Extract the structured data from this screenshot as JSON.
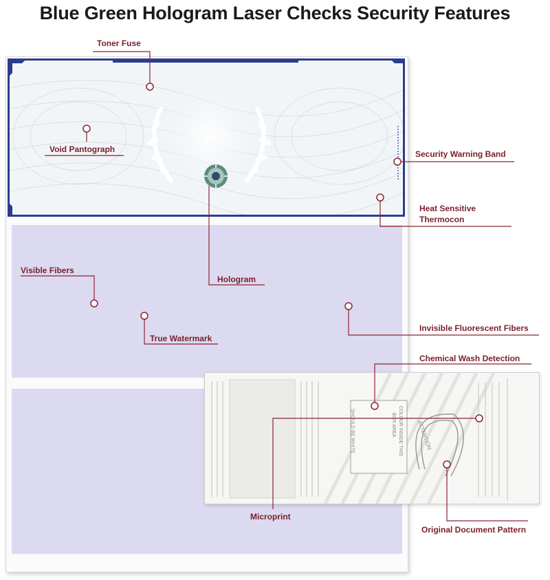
{
  "title": "Blue Green Hologram Laser Checks Security Features",
  "accent_color": "#8b2332",
  "check_border_color": "#2a3d8f",
  "stub_color": "#dcdaf0",
  "labels": {
    "toner_fuse": "Toner Fuse",
    "void_pantograph": "Void Pantograph",
    "security_warning_band": "Security Warning Band",
    "heat_sensitive_line1": "Heat Sensitive",
    "heat_sensitive_line2": "Thermocon",
    "hologram": "Hologram",
    "visible_fibers": "Visible Fibers",
    "true_watermark": "True Watermark",
    "invisible_fluorescent_fibers": "Invisible Fluorescent Fibers",
    "chemical_wash_detection": "Chemical Wash Detection",
    "microprint": "Microprint",
    "original_document_pattern": "Original Document Pattern"
  },
  "card_text": {
    "attention": "ATTENTION",
    "colour_box_line1": "COLOUR INSIDE THIS",
    "colour_box_line2": "BOX AREA",
    "should_be_white": "SHOULD BE WHITE"
  }
}
